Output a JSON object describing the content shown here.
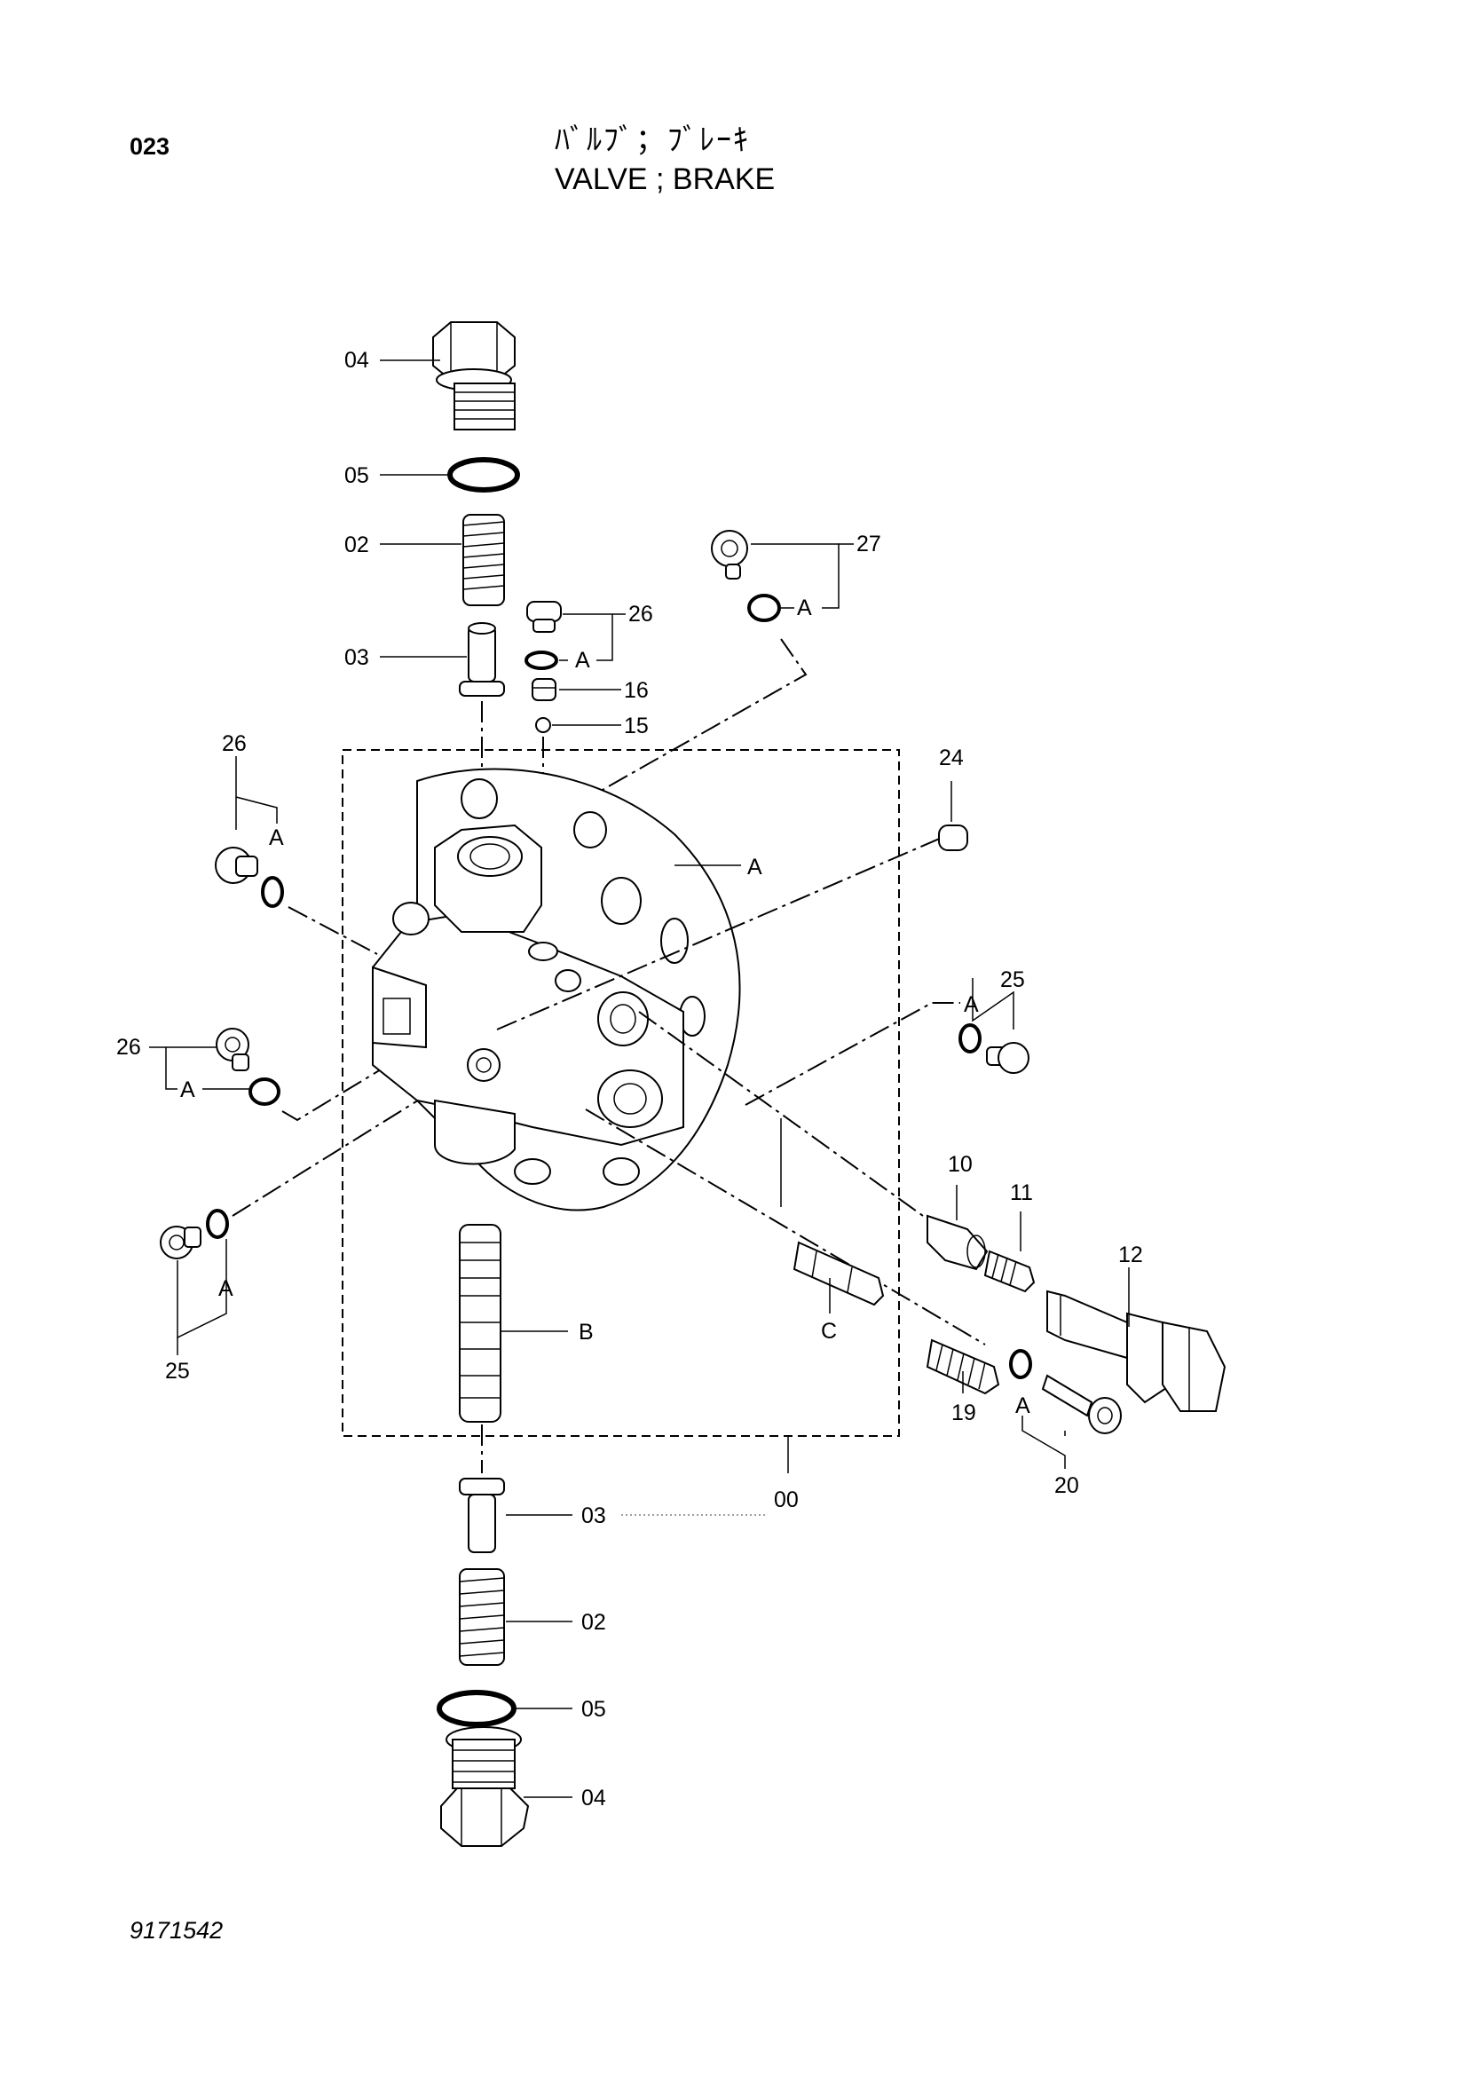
{
  "header": {
    "page_number": "023",
    "title_jp": "ﾊﾞﾙﾌﾞ；ﾌﾞﾚｰｷ",
    "title_en": "VALVE ; BRAKE"
  },
  "footer": {
    "drawing_number": "9171542"
  },
  "callouts": {
    "p04_top": "04",
    "p05_top": "05",
    "p02_top": "02",
    "p03_top": "03",
    "p27": "27",
    "a_27": "A",
    "p26_top": "26",
    "a_26_top": "A",
    "p16": "16",
    "p15": "15",
    "p24": "24",
    "p26_left": "26",
    "a_26_left": "A",
    "label_A": "A",
    "p26_mid": "26",
    "a_26_mid": "A",
    "p25_right": "25",
    "a_25_right": "A",
    "p25_left": "25",
    "a_25_left": "A",
    "p10": "10",
    "p11": "11",
    "p12": "12",
    "label_C": "C",
    "label_B": "B",
    "p19": "19",
    "a_20": "A",
    "p20": "20",
    "p00": "00",
    "p03_bot": "03",
    "p02_bot": "02",
    "p05_bot": "05",
    "p04_bot": "04"
  }
}
